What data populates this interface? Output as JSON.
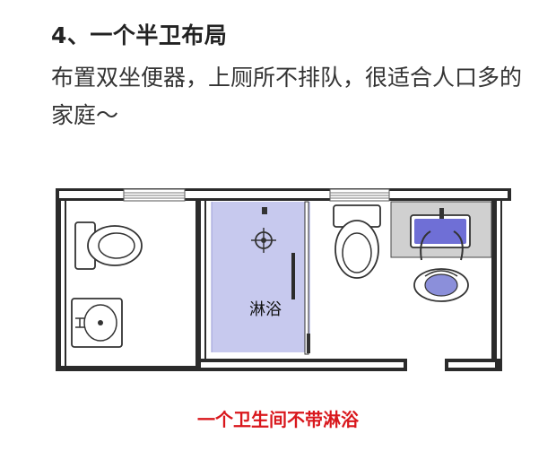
{
  "header": {
    "title": "4、一个半卫布局",
    "description": "布置双坐便器，上厕所不排队，很适合人口多的家庭～"
  },
  "plan": {
    "shower_label": "淋浴"
  },
  "caption": {
    "text": "一个卫生间不带淋浴"
  },
  "colors": {
    "caption": "#d9171c",
    "shower_fill": "#c7c9ee",
    "tap_fill": "#8a8ad8",
    "counter_fill": "#d0d0d0",
    "wall": "#2b2b2b"
  }
}
